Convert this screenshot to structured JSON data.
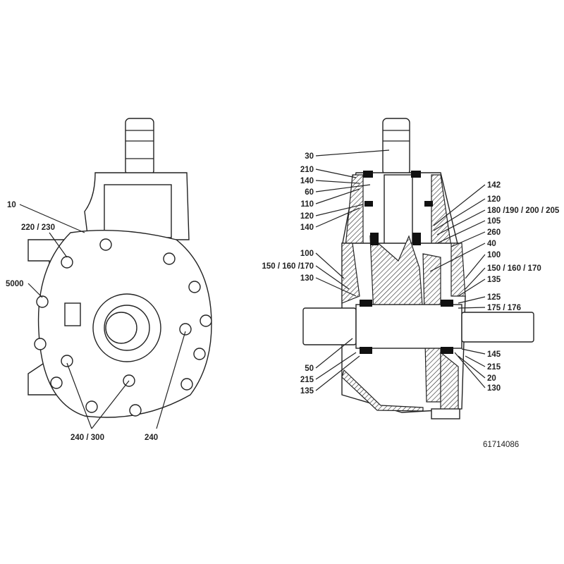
{
  "left_view": {
    "labels": [
      "10",
      "220 / 230",
      "5000",
      "240 / 300",
      "240"
    ]
  },
  "section_view": {
    "left_labels": [
      "30",
      "210",
      "140",
      "60",
      "110",
      "120",
      "140",
      "100",
      "150 / 160 /170",
      "130",
      "50",
      "215",
      "135"
    ],
    "right_labels": [
      "142",
      "120",
      "180 /190 / 200 / 205",
      "105",
      "260",
      "40",
      "100",
      "150 / 160 / 170",
      "135",
      "125",
      "175 / 176",
      "145",
      "215",
      "20",
      "130"
    ]
  },
  "drawing_number": "61714086"
}
